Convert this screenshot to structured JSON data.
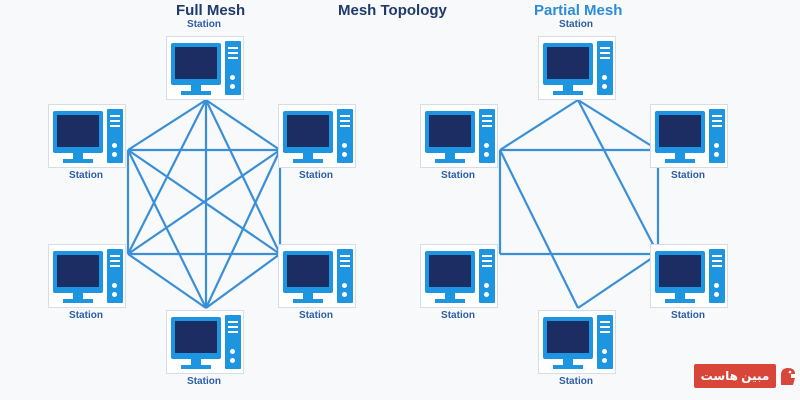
{
  "titles": {
    "left": "Full Mesh",
    "center": "Mesh Topology",
    "right": "Partial Mesh"
  },
  "node_label": "Station",
  "colors": {
    "link": "#3a8fd6",
    "computer": "#1e95e0",
    "screen": "#1b2d63",
    "label": "#2e5da8",
    "title_dark": "#1f3a6b",
    "title_blue": "#2e8bd8",
    "watermark_bg": "#d8463a"
  },
  "icons": {
    "node": "desktop-computer-icon",
    "watermark": "dino-logo-icon"
  },
  "diagrams": [
    {
      "id": "full-mesh",
      "stations": [
        "s1",
        "s2",
        "s3",
        "s4",
        "s5",
        "s6"
      ],
      "links": [
        [
          "s1",
          "s2"
        ],
        [
          "s1",
          "s3"
        ],
        [
          "s1",
          "s4"
        ],
        [
          "s1",
          "s5"
        ],
        [
          "s1",
          "s6"
        ],
        [
          "s2",
          "s3"
        ],
        [
          "s2",
          "s4"
        ],
        [
          "s2",
          "s5"
        ],
        [
          "s2",
          "s6"
        ],
        [
          "s3",
          "s4"
        ],
        [
          "s3",
          "s5"
        ],
        [
          "s3",
          "s6"
        ],
        [
          "s4",
          "s5"
        ],
        [
          "s4",
          "s6"
        ],
        [
          "s5",
          "s6"
        ]
      ]
    },
    {
      "id": "partial-mesh",
      "stations": [
        "s1",
        "s2",
        "s3",
        "s4",
        "s5",
        "s6"
      ],
      "links": [
        [
          "s1",
          "s2"
        ],
        [
          "s1",
          "s3"
        ],
        [
          "s1",
          "s5"
        ],
        [
          "s2",
          "s3"
        ],
        [
          "s2",
          "s4"
        ],
        [
          "s2",
          "s6"
        ],
        [
          "s3",
          "s5"
        ],
        [
          "s4",
          "s5"
        ],
        [
          "s5",
          "s6"
        ]
      ]
    }
  ],
  "watermark": {
    "text": "مبين هاست"
  }
}
